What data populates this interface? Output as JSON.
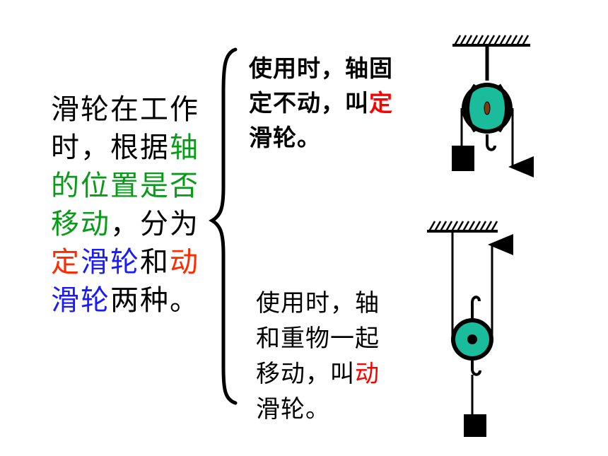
{
  "intro": {
    "line1": "滑轮在工作",
    "line2_a": "时，根据",
    "line2_b": "轴",
    "line3": "的位置是否",
    "line4_a": "移动",
    "line4_b": "，分为",
    "line5_a": "定",
    "line5_b": "滑轮",
    "line5_c": "和",
    "line5_d": "动",
    "line6_a": "滑轮",
    "line6_b": "两种。"
  },
  "fixed_pulley": {
    "line1": "使用时，轴固",
    "line2_a": "定不动，叫",
    "line2_b": "定",
    "line3": "滑轮。"
  },
  "moving_pulley": {
    "line1": "使用时，轴",
    "line2": "和重物一起",
    "line3_a": "移动，叫",
    "line3_b": "动",
    "line4": "滑轮。"
  },
  "colors": {
    "green": "#0a9a1a",
    "red": "#ff2a00",
    "blue": "#1a1aff",
    "wheel": "#1abc9c"
  }
}
